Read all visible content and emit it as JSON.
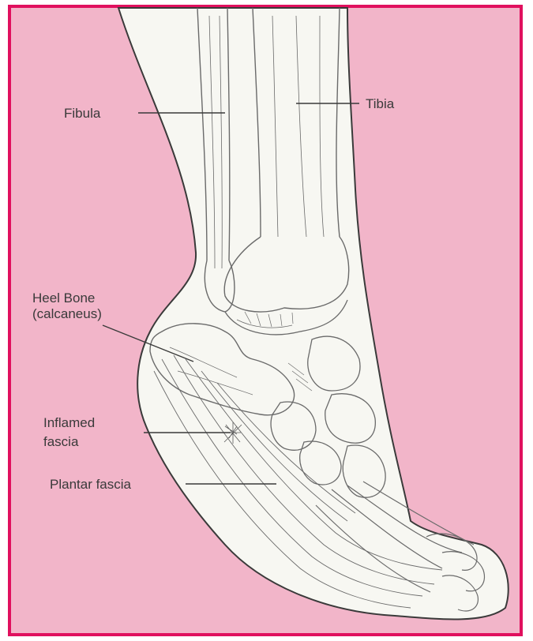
{
  "diagram": {
    "labels": {
      "fibula": "Fibula",
      "tibia": "Tibia",
      "heel_bone": "Heel Bone",
      "calcaneus": "(calcaneus)",
      "inflamed": "Inflamed",
      "fascia": "fascia",
      "plantar_fascia": "Plantar fascia"
    },
    "colors": {
      "background": "#f2b5c9",
      "border": "#e0105e",
      "bone": "#f7f7f2",
      "outline": "#3a3a3a"
    }
  }
}
